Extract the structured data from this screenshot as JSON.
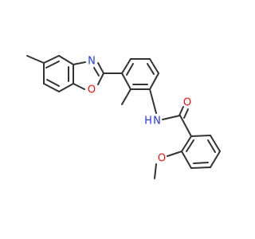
{
  "molecule": {
    "atoms": {
      "ring_n": {
        "label": "N",
        "color": "#1f35ff"
      },
      "ring_o": {
        "label": "O",
        "color": "#ff0d0d"
      },
      "amide_n": {
        "label": "N",
        "color": "#1f35ff"
      },
      "amide_h": {
        "label": "H",
        "color": "#1f35ff"
      },
      "carbonyl_o": {
        "label": "O",
        "color": "#ff0d0d"
      },
      "ether_o": {
        "label": "O",
        "color": "#ff0d0d"
      }
    },
    "bond_color": "#333333"
  }
}
